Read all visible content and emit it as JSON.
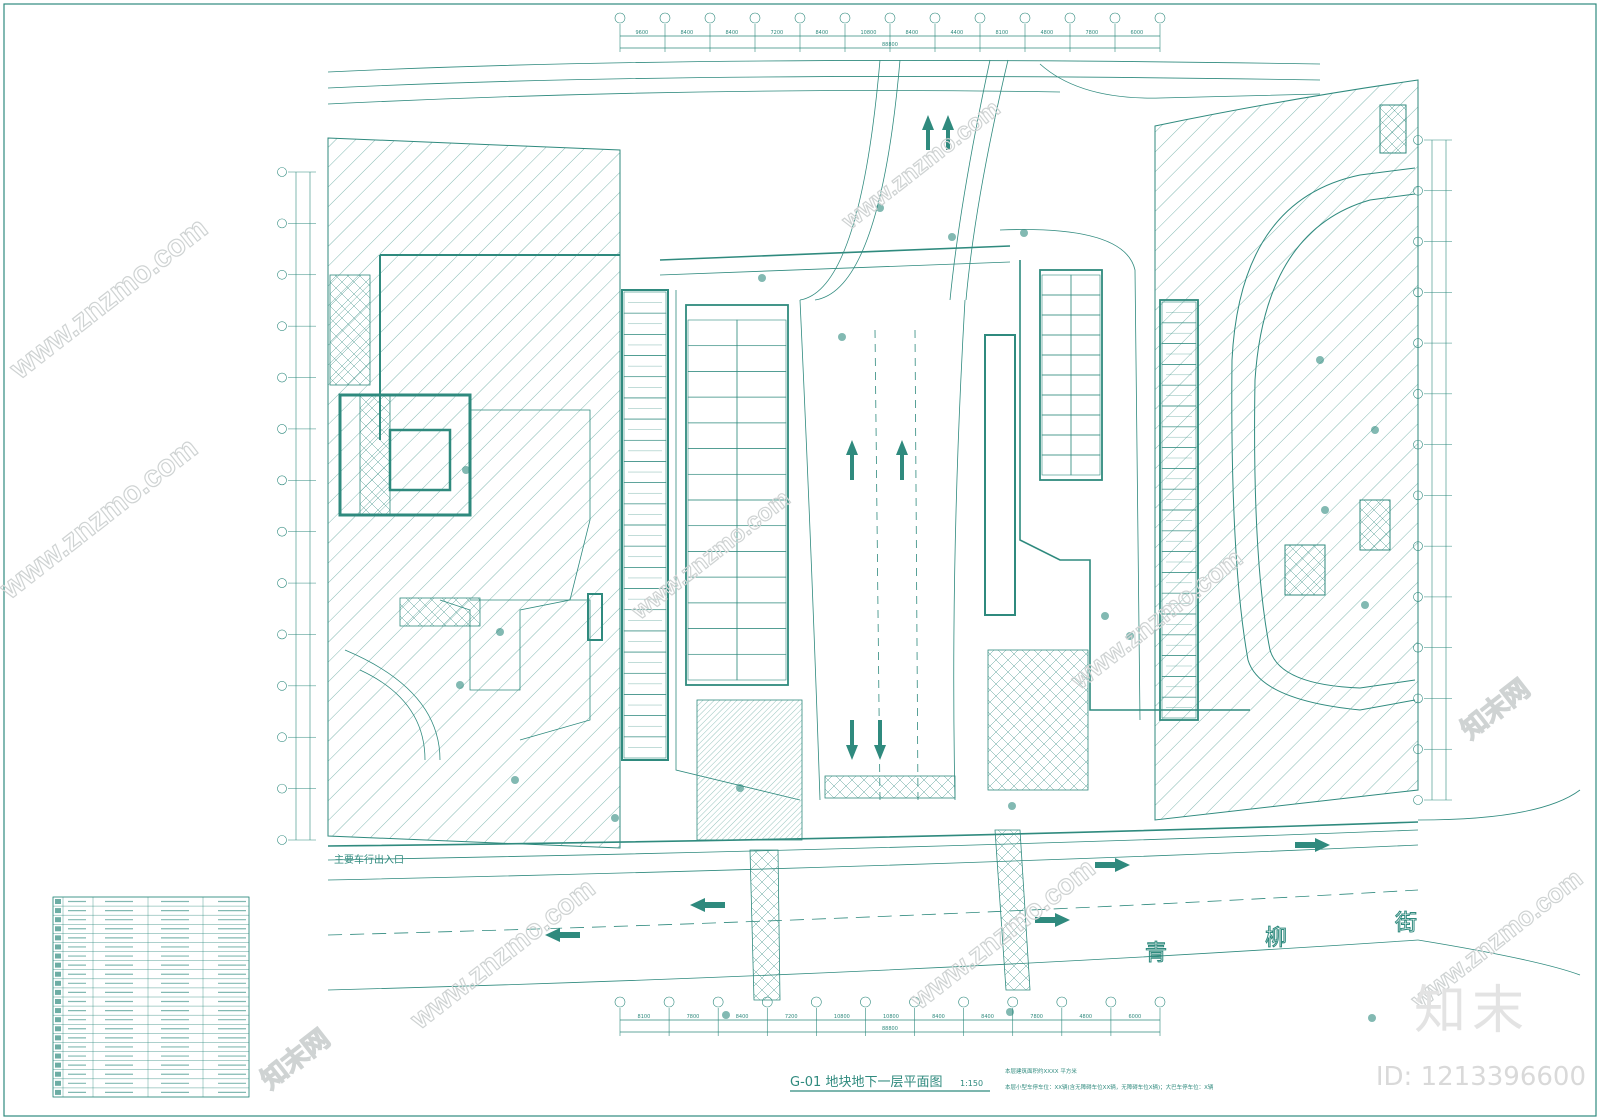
{
  "drawing": {
    "title": "G-01 地块地下一层平面图",
    "scale": "1:150",
    "notes": [
      "本层建筑面积约XXXX 平方米",
      "本层小型车停车位：XX辆(含无障碍车位XX辆，无障碍车位X辆)；大巴车停车位：X辆"
    ],
    "street_name": [
      "青",
      "柳",
      "街"
    ],
    "road_entry_label": "主要车行出入口",
    "colors": {
      "line": "#2f8a7e",
      "dark": "#1f6e63",
      "paper": "#ffffff"
    }
  },
  "top_dimensions": [
    "9600",
    "8400",
    "8400",
    "7200",
    "8400",
    "10800",
    "8400",
    "4400",
    "8100",
    "4800",
    "7800",
    "6000"
  ],
  "bottom_dimensions": [
    "8100",
    "7800",
    "8400",
    "7200",
    "10800",
    "10800",
    "8400",
    "8400",
    "7800",
    "4800",
    "6000"
  ],
  "overall_dimension": "88800",
  "watermark": {
    "site": "www.znzmo.com",
    "brand_cn": "知末网",
    "logo_text": "知末",
    "id_text": "ID: 1213396600"
  },
  "legend": {
    "rows": 22,
    "cols": 5
  }
}
